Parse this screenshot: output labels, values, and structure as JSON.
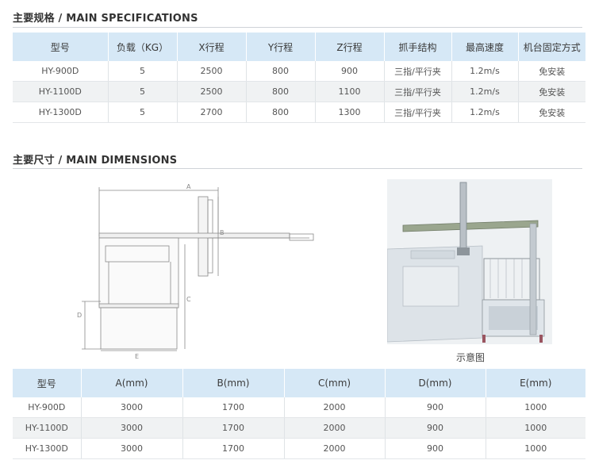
{
  "specs": {
    "title": "主要规格 / MAIN SPECIFICATIONS",
    "headers": [
      "型号",
      "负载（KG）",
      "X行程",
      "Y行程",
      "Z行程",
      "抓手结构",
      "最高速度",
      "机台固定方式"
    ],
    "rows": [
      [
        "HY-900D",
        "5",
        "2500",
        "800",
        "900",
        "三指/平行夹",
        "1.2m/s",
        "免安装"
      ],
      [
        "HY-1100D",
        "5",
        "2500",
        "800",
        "1100",
        "三指/平行夹",
        "1.2m/s",
        "免安装"
      ],
      [
        "HY-1300D",
        "5",
        "2700",
        "800",
        "1300",
        "三指/平行夹",
        "1.2m/s",
        "免安装"
      ]
    ]
  },
  "dimensions": {
    "title": "主要尺寸 / MAIN DIMENSIONS",
    "drawing_labels": {
      "a": "A",
      "b": "B",
      "c": "C",
      "d": "D",
      "e": "E"
    },
    "caption": "示意图",
    "headers": [
      "型号",
      "A(mm)",
      "B(mm)",
      "C(mm)",
      "D(mm)",
      "E(mm)"
    ],
    "rows": [
      [
        "HY-900D",
        "3000",
        "1700",
        "2000",
        "900",
        "1000"
      ],
      [
        "HY-1100D",
        "3000",
        "1700",
        "2000",
        "900",
        "1000"
      ],
      [
        "HY-1300D",
        "3000",
        "1700",
        "2000",
        "900",
        "1000"
      ]
    ]
  }
}
